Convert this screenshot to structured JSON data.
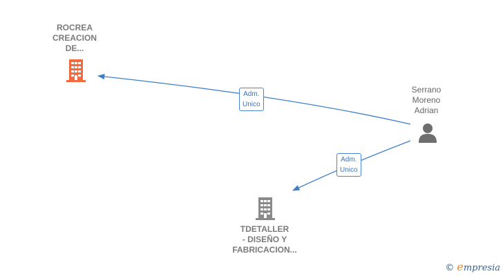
{
  "colors": {
    "edge": "#3f7fca",
    "company_primary": "#f26a3d",
    "company_secondary": "#8a8a8a",
    "person": "#6e6e6e"
  },
  "nodes": {
    "rocrea": {
      "label": "ROCREA\nCREACION\nDE...",
      "icon": "building-icon"
    },
    "tdetaller": {
      "label": "TDETALLER\n -  DISEÑO Y\nFABRICACION...",
      "icon": "building-icon"
    },
    "person": {
      "label": "Serrano\nMoreno\nAdrian",
      "icon": "person-icon"
    }
  },
  "edges": [
    {
      "from": "person",
      "to": "rocrea",
      "label": "Adm.\nUnico"
    },
    {
      "from": "person",
      "to": "tdetaller",
      "label": "Adm.\nUnico"
    }
  ],
  "watermark": {
    "copyright": "©",
    "brand_initial": "e",
    "brand_rest": "mpresia"
  }
}
